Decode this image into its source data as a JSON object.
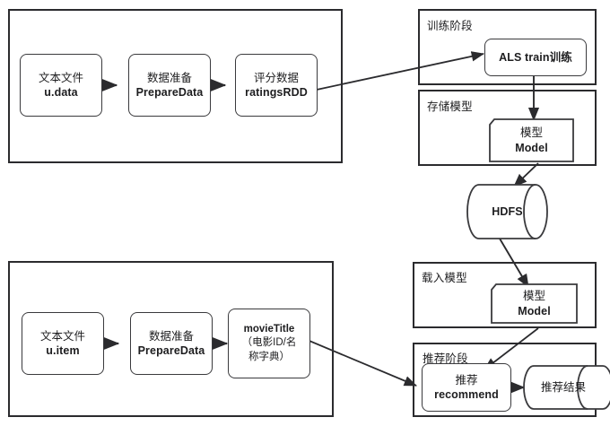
{
  "diagram": {
    "title": "ALS Recommendation Pipeline Flow Diagram",
    "stroke_color": "#2b2b2e",
    "node_stroke_color": "#3a3a3d",
    "background": "#ffffff"
  },
  "groups": {
    "train_data_group": {
      "label": ""
    },
    "training_stage": {
      "label": "训练阶段"
    },
    "store_model": {
      "label": "存储模型"
    },
    "recommend_data_group": {
      "label": ""
    },
    "load_model": {
      "label": "载入模型"
    },
    "recommend_stage": {
      "label": "推荐阶段"
    }
  },
  "nodes": {
    "text_file_udata": {
      "line1": "文本文件",
      "line2": "u.data"
    },
    "prepare_data_top": {
      "line1": "数据准备",
      "line2": "PrepareData"
    },
    "ratings_rdd": {
      "line1": "评分数据",
      "line2": "ratingsRDD"
    },
    "als_train": {
      "line1": "ALS train训练"
    },
    "model_store": {
      "line1": "模型",
      "line2": "Model"
    },
    "hdfs": {
      "line1": "HDFS"
    },
    "text_file_uitem": {
      "line1": "文本文件",
      "line2": "u.item"
    },
    "prepare_data_bottom": {
      "line1": "数据准备",
      "line2": "PrepareData"
    },
    "movie_title": {
      "line1": "movieTitle",
      "line2": "（电影ID/名",
      "line3": "称字典）"
    },
    "model_load": {
      "line1": "模型",
      "line2": "Model"
    },
    "recommend": {
      "line1": "推荐",
      "line2": "recommend"
    },
    "recommend_result": {
      "line1": "推荐结果"
    }
  },
  "edges": [
    {
      "name": "udata-to-preparedata",
      "from": "text_file_udata",
      "to": "prepare_data_top"
    },
    {
      "name": "preparedata-to-ratingsrdd",
      "from": "prepare_data_top",
      "to": "ratings_rdd"
    },
    {
      "name": "ratingsrdd-to-alstrain",
      "from": "ratings_rdd",
      "to": "als_train"
    },
    {
      "name": "alstrain-to-model",
      "from": "als_train",
      "to": "model_store"
    },
    {
      "name": "model-to-hdfs",
      "from": "model_store",
      "to": "hdfs"
    },
    {
      "name": "hdfs-to-loadmodel",
      "from": "hdfs",
      "to": "model_load"
    },
    {
      "name": "uitem-to-preparedata",
      "from": "text_file_uitem",
      "to": "prepare_data_bottom"
    },
    {
      "name": "preparedata-to-movietitle",
      "from": "prepare_data_bottom",
      "to": "movie_title"
    },
    {
      "name": "movietitle-to-recommend",
      "from": "movie_title",
      "to": "recommend"
    },
    {
      "name": "loadedmodel-to-recommend",
      "from": "model_load",
      "to": "recommend"
    },
    {
      "name": "recommend-to-result",
      "from": "recommend",
      "to": "recommend_result"
    }
  ]
}
